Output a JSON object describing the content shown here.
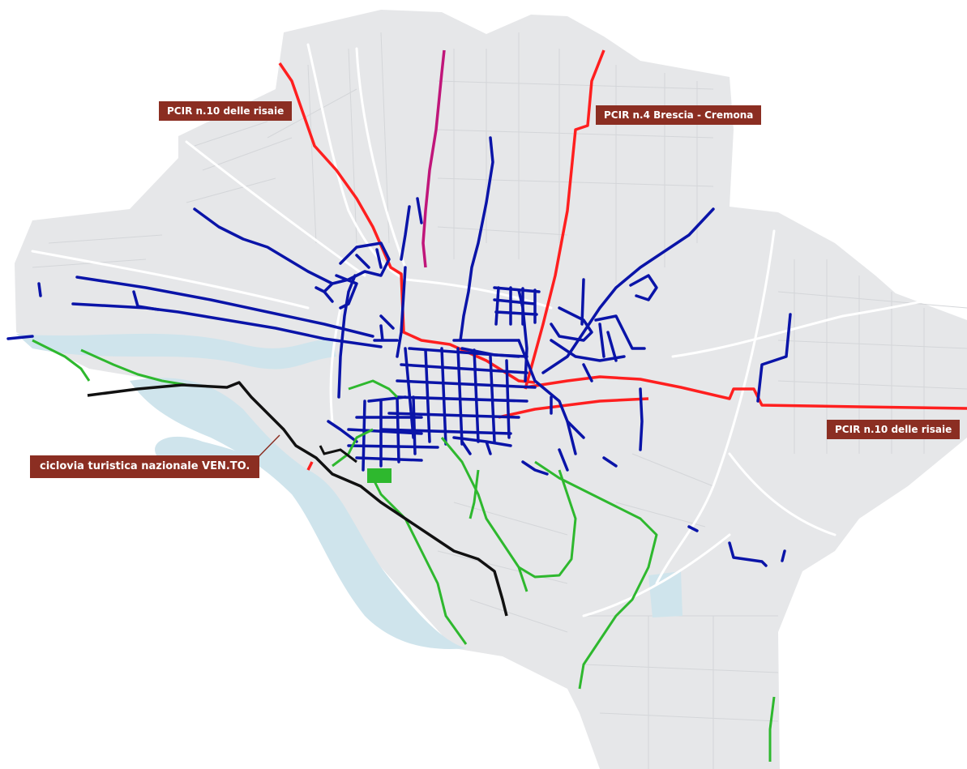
{
  "colors": {
    "land": "#e6e7e9",
    "field_lines": "#d2d4d7",
    "roads": "#ffffff",
    "water": "#cfe4ec",
    "label_bg": "#8b2e22",
    "regional_route": "#ff1f1f",
    "existing_network": "#0a14a8",
    "green_route": "#2eb82e",
    "national_route": "#111111",
    "other_route": "#c0167a"
  },
  "labels": {
    "pcir10_northwest": "PCIR n.10 delle risaie",
    "pcir4": "PCIR n.4 Brescia - Cremona",
    "pcir10_east": "PCIR n.10 delle risaie",
    "vento": "ciclovia turistica nazionale VEN.TO."
  }
}
